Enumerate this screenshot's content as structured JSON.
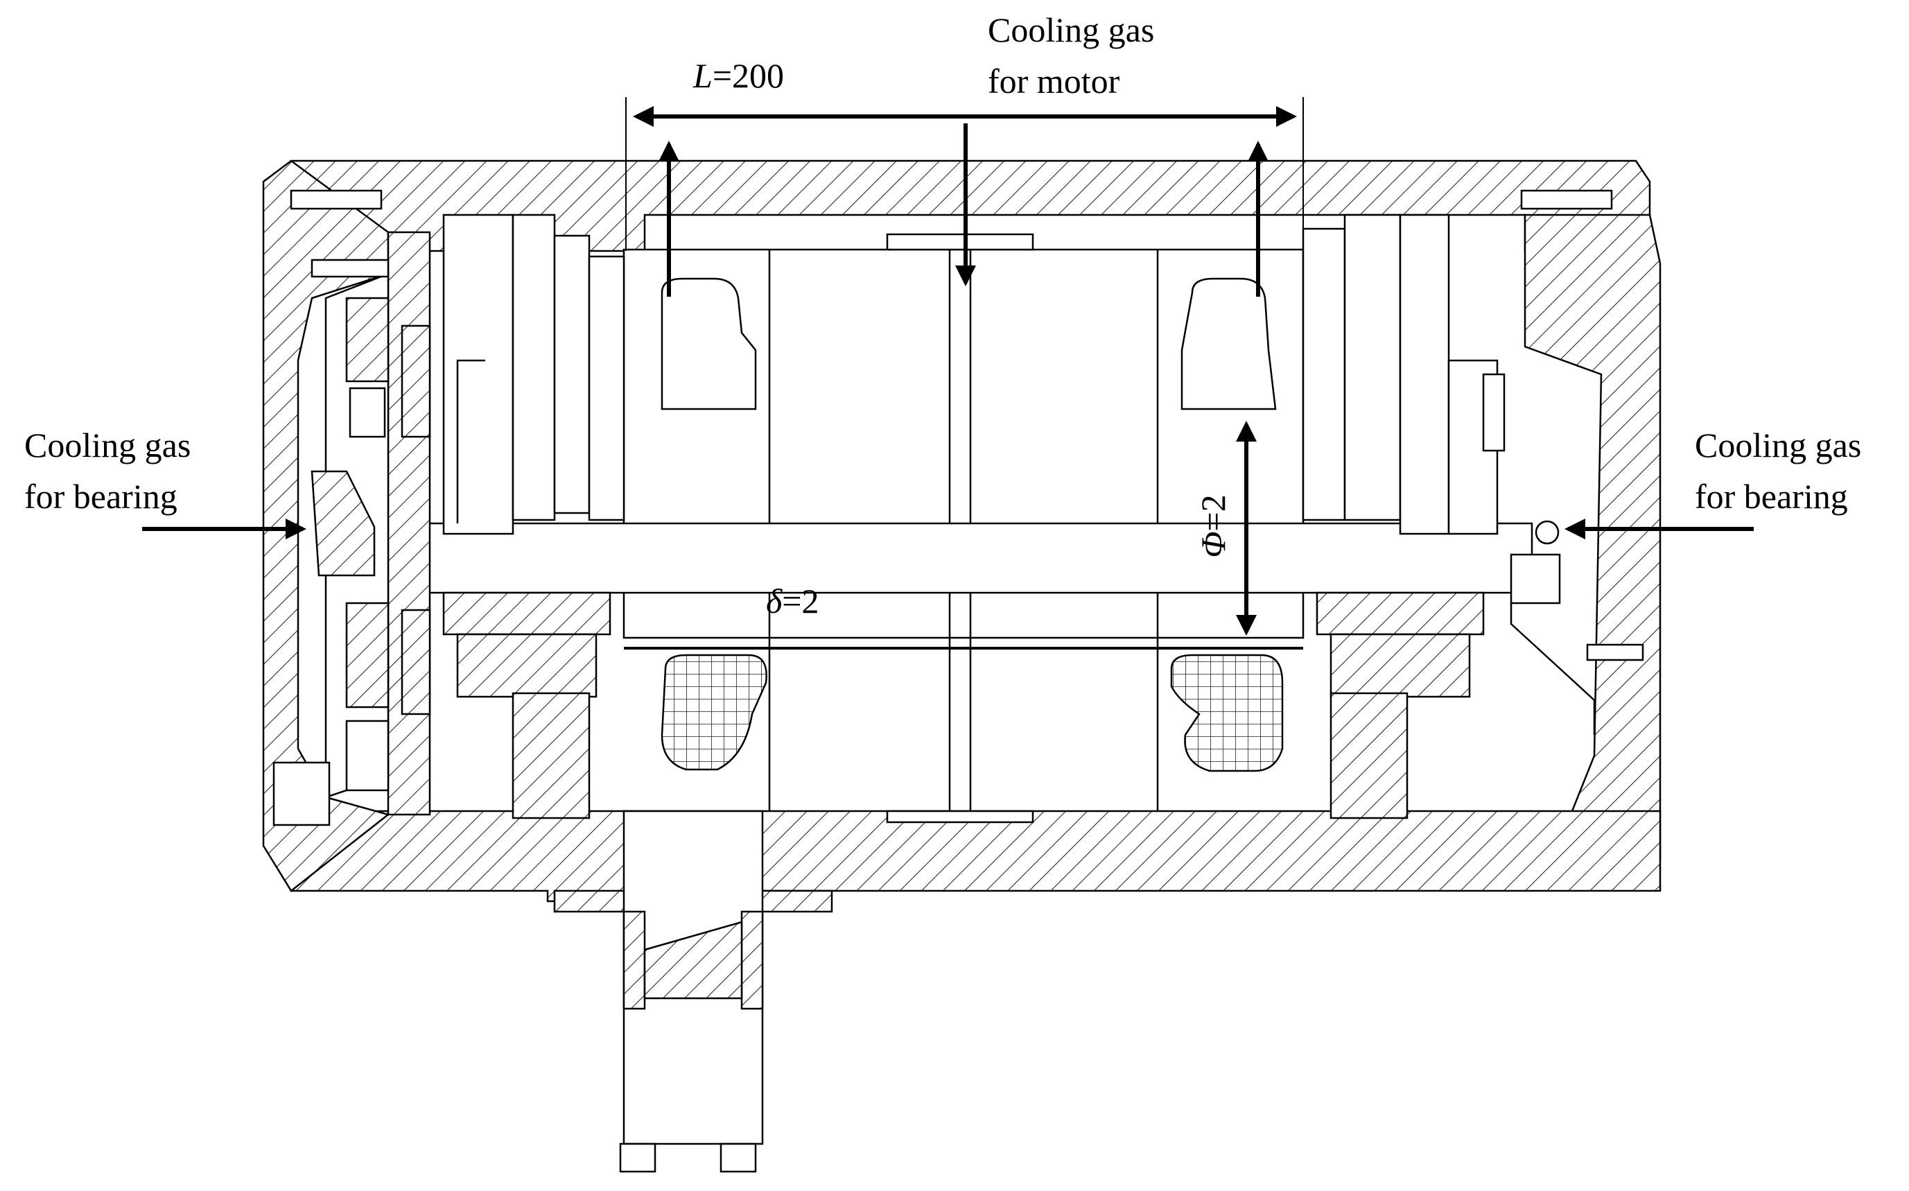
{
  "annotations": {
    "motor_cooling": {
      "line1": "Cooling gas",
      "line2": "for motor"
    },
    "left_bearing_cooling": {
      "line1": "Cooling gas",
      "line2": "for bearing"
    },
    "right_bearing_cooling": {
      "line1": "Cooling gas",
      "line2": "for bearing"
    }
  },
  "dimensions": {
    "length": {
      "symbol": "L",
      "value": "=200"
    },
    "gap": {
      "symbol": "δ",
      "value": "=2"
    },
    "diameter": {
      "symbol": "Φ",
      "value": "=2"
    }
  },
  "colors": {
    "line": "#000000",
    "hatch": "#2a2a2a",
    "background": "#ffffff"
  }
}
